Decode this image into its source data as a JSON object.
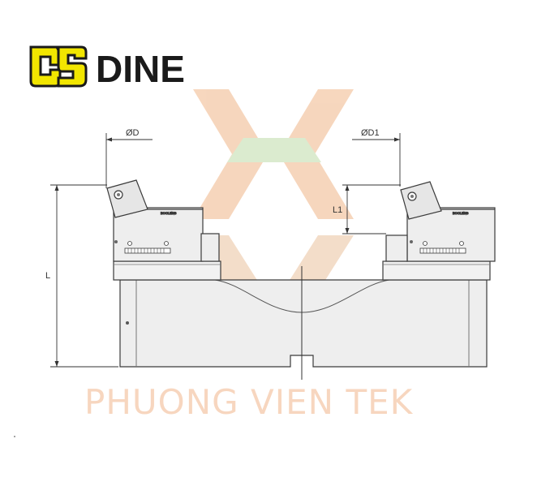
{
  "brand": {
    "name": "DINE",
    "logo_color": "#f2e600",
    "logo_outline": "#1a1a1a"
  },
  "watermark": {
    "text": "PHUONG VIEN TEK",
    "color": "#f6cdb0",
    "mark_colors": [
      "#f4c9a8",
      "#cfe5bf",
      "#f0d2b8"
    ]
  },
  "dimensions": {
    "od": "ØD",
    "od1": "ØD1",
    "l1": "L1",
    "l": "L"
  },
  "tool": {
    "engraving_left": "BOOLENS",
    "engraving_right": "BOOLENS",
    "body_color": "#eeeeee",
    "line_color": "#3a3a3a"
  }
}
